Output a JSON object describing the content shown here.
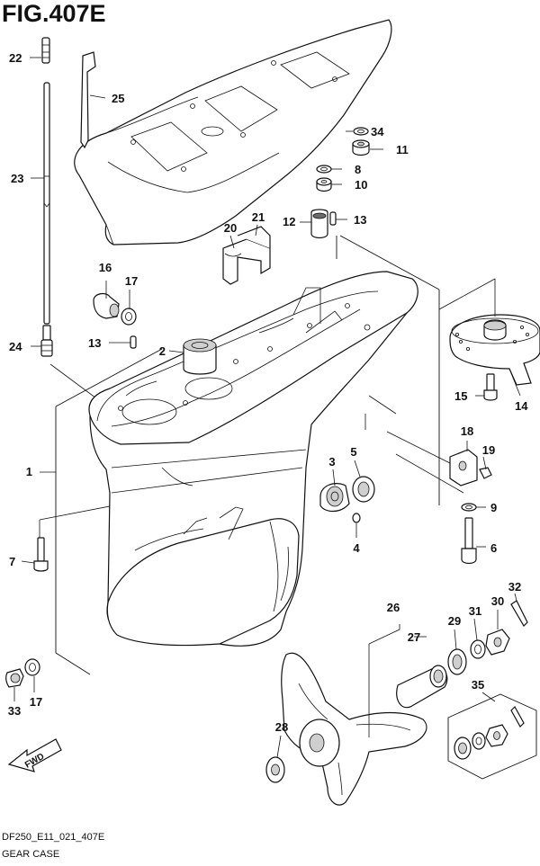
{
  "figure": {
    "title": "FIG.407E",
    "code": "DF250_E11_021_407E",
    "name": "GEAR CASE",
    "direction_label": "FWD"
  },
  "callouts": [
    {
      "id": "p1",
      "label": "1"
    },
    {
      "id": "p2",
      "label": "2"
    },
    {
      "id": "p3",
      "label": "3"
    },
    {
      "id": "p4",
      "label": "4"
    },
    {
      "id": "p5",
      "label": "5"
    },
    {
      "id": "p6",
      "label": "6"
    },
    {
      "id": "p7",
      "label": "7"
    },
    {
      "id": "p8",
      "label": "8"
    },
    {
      "id": "p9",
      "label": "9"
    },
    {
      "id": "p10",
      "label": "10"
    },
    {
      "id": "p11",
      "label": "11"
    },
    {
      "id": "p12",
      "label": "12"
    },
    {
      "id": "p13a",
      "label": "13"
    },
    {
      "id": "p13b",
      "label": "13"
    },
    {
      "id": "p14",
      "label": "14"
    },
    {
      "id": "p15",
      "label": "15"
    },
    {
      "id": "p16",
      "label": "16"
    },
    {
      "id": "p17a",
      "label": "17"
    },
    {
      "id": "p17b",
      "label": "17"
    },
    {
      "id": "p18",
      "label": "18"
    },
    {
      "id": "p19",
      "label": "19"
    },
    {
      "id": "p20",
      "label": "20"
    },
    {
      "id": "p21",
      "label": "21"
    },
    {
      "id": "p22",
      "label": "22"
    },
    {
      "id": "p23",
      "label": "23"
    },
    {
      "id": "p24",
      "label": "24"
    },
    {
      "id": "p25",
      "label": "25"
    },
    {
      "id": "p26",
      "label": "26"
    },
    {
      "id": "p27",
      "label": "27"
    },
    {
      "id": "p28",
      "label": "28"
    },
    {
      "id": "p29",
      "label": "29"
    },
    {
      "id": "p30",
      "label": "30"
    },
    {
      "id": "p31",
      "label": "31"
    },
    {
      "id": "p32",
      "label": "32"
    },
    {
      "id": "p33",
      "label": "33"
    },
    {
      "id": "p34",
      "label": "34"
    },
    {
      "id": "p35",
      "label": "35"
    }
  ]
}
